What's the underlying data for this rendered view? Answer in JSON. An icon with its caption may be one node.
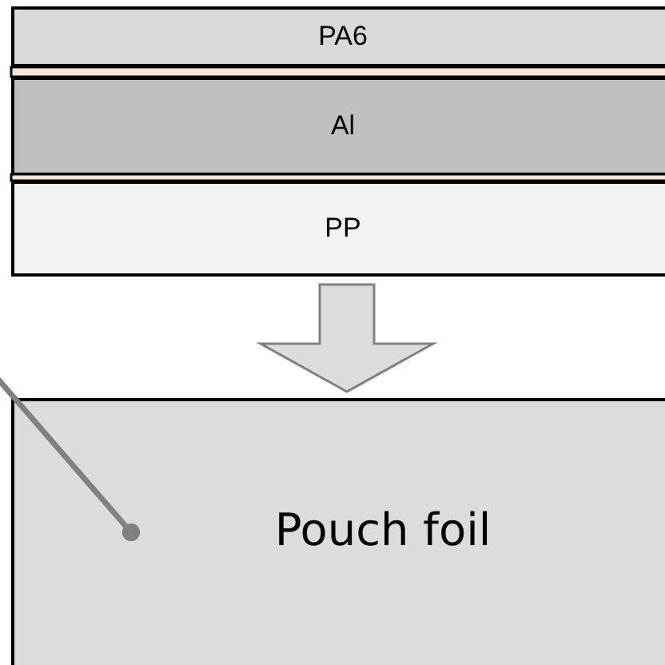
{
  "diagram": {
    "nodes": [
      {
        "text": [
          "PA6"
        ]
      },
      {
        "text": [
          "Al"
        ]
      },
      {
        "text": [
          "PP"
        ]
      },
      {
        "text": [
          "Pouch foil"
        ]
      }
    ],
    "edges": [
      {
        "from": 2,
        "to": 3,
        "arrow": "to",
        "style": "thick"
      },
      {
        "from": null,
        "to": 3,
        "arrow": "other"
      }
    ]
  }
}
